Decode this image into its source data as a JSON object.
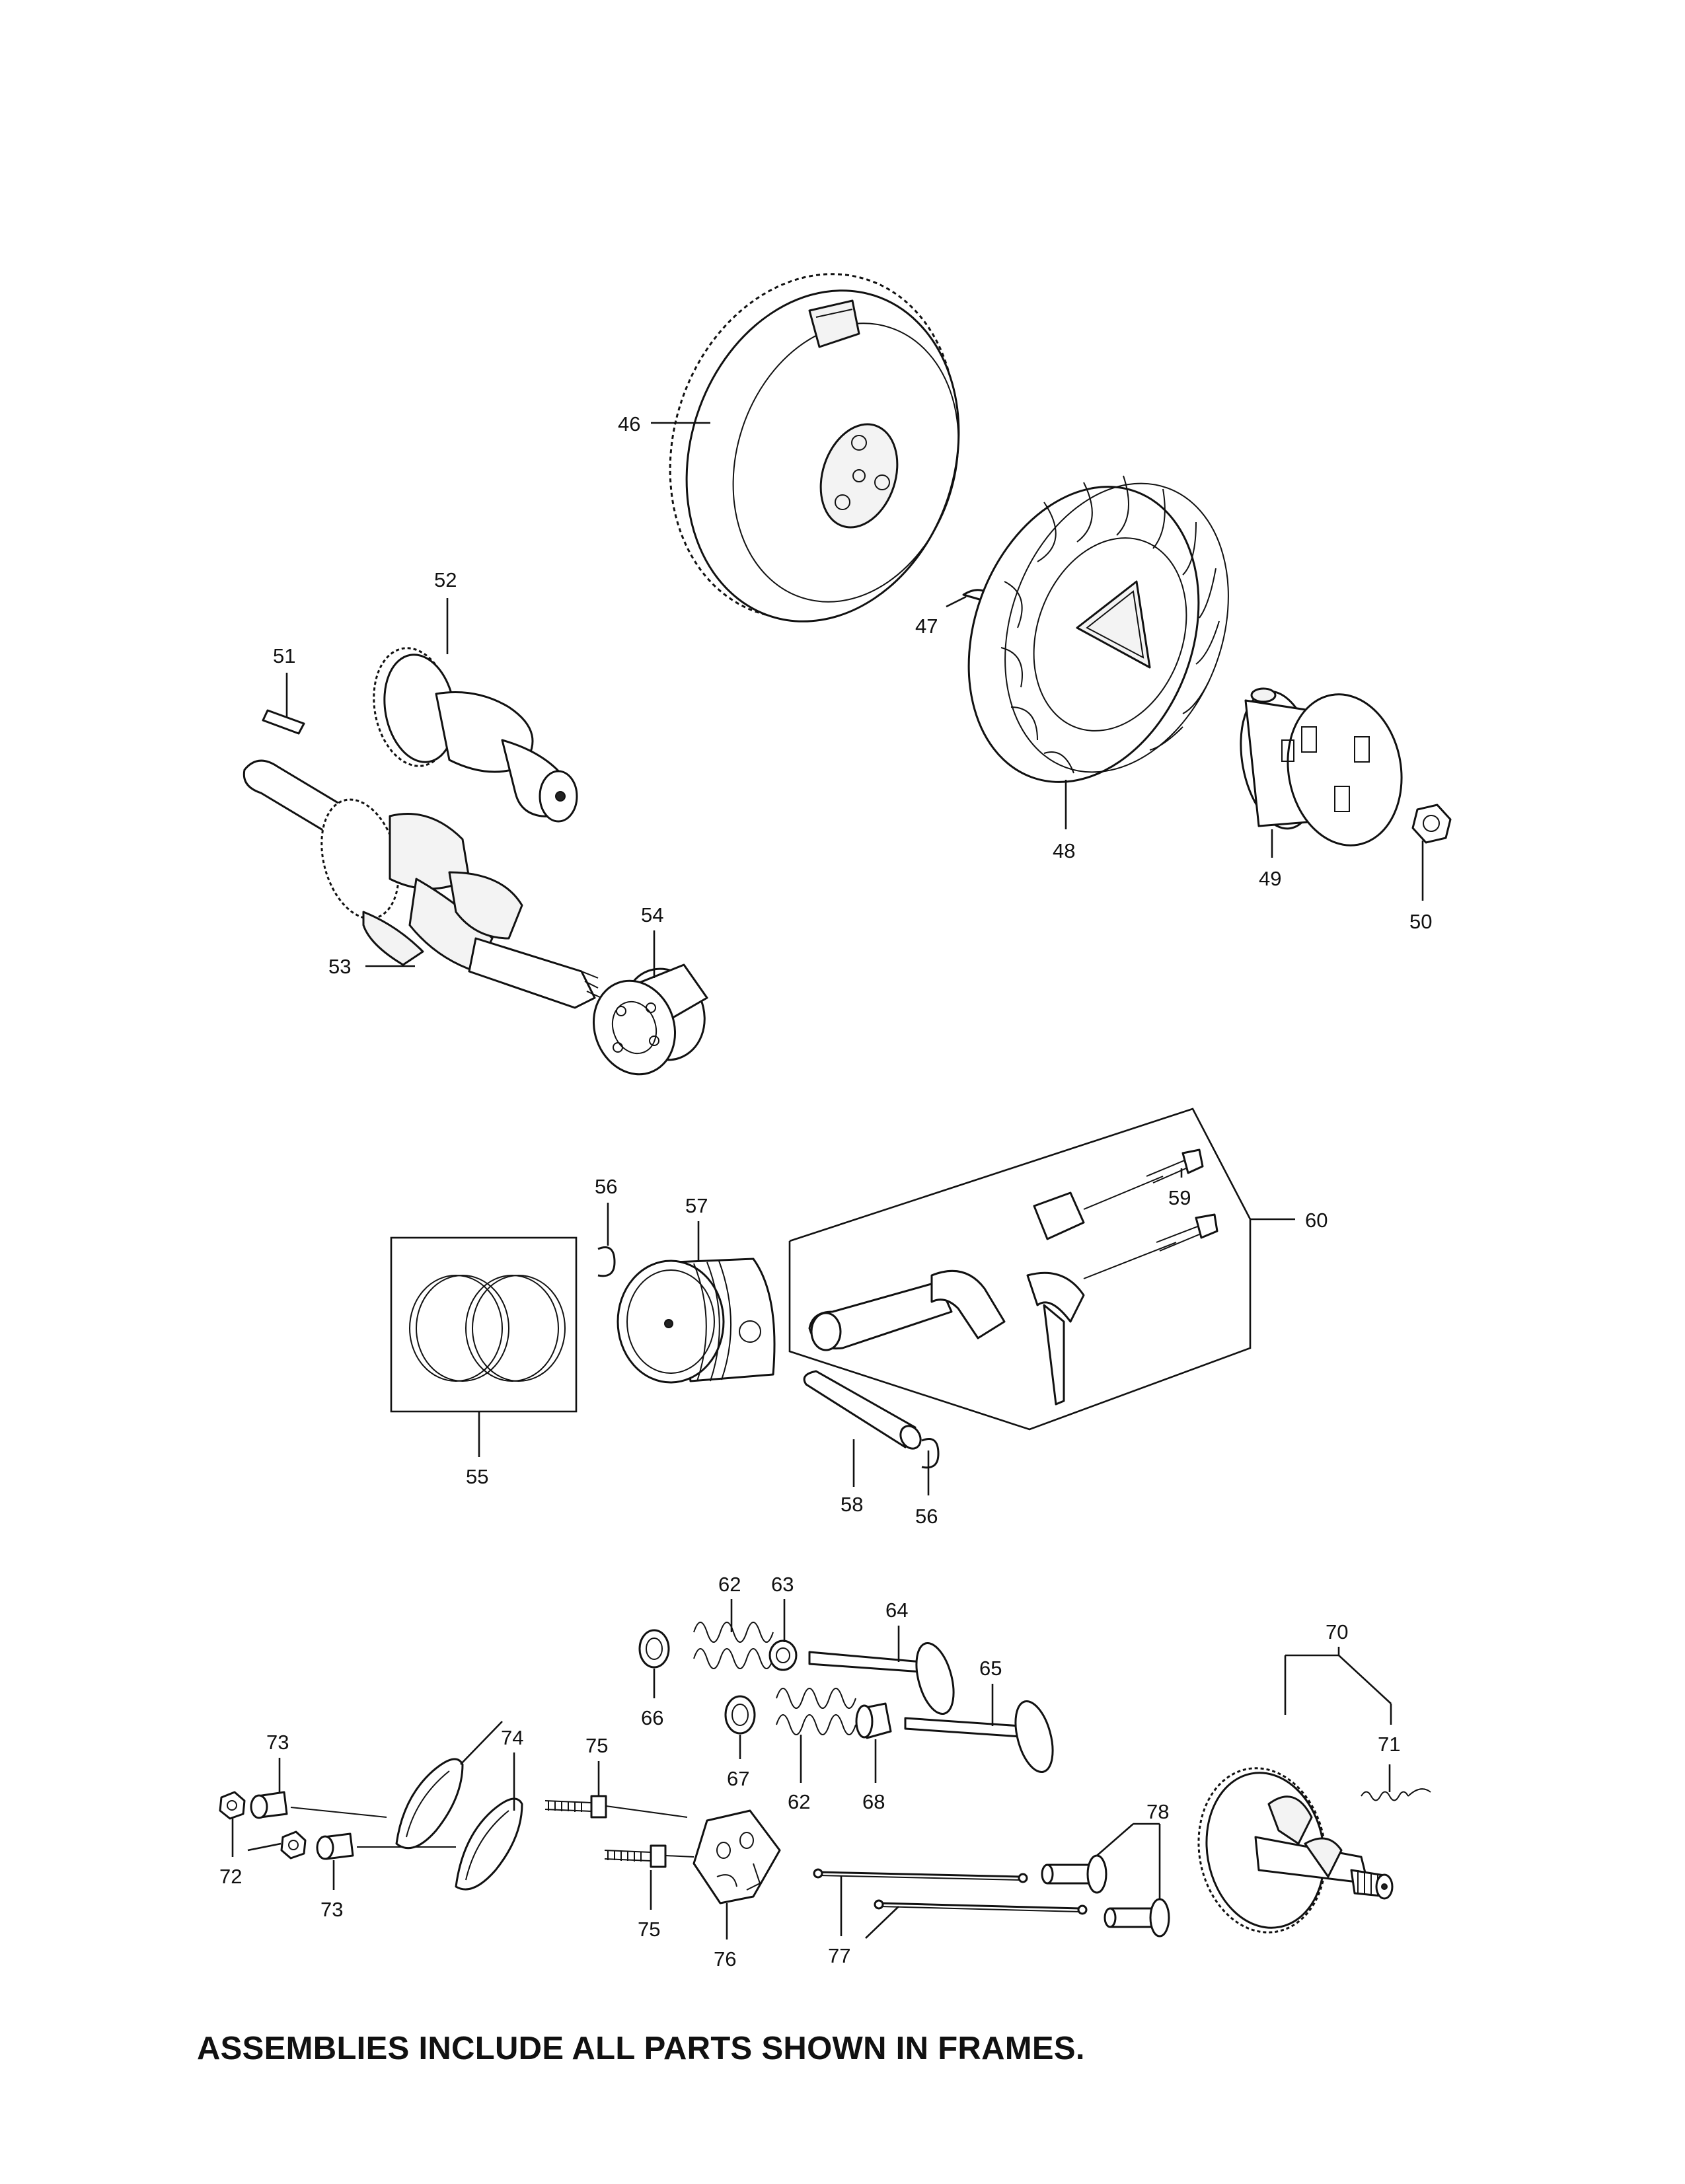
{
  "labels": {
    "p46": "46",
    "p47": "47",
    "p48": "48",
    "p49": "49",
    "p50": "50",
    "p51": "51",
    "p52": "52",
    "p53": "53",
    "p54": "54",
    "p55": "55",
    "p56a": "56",
    "p56b": "56",
    "p57": "57",
    "p58": "58",
    "p59": "59",
    "p60": "60",
    "p62a": "62",
    "p62b": "62",
    "p63": "63",
    "p64": "64",
    "p65": "65",
    "p66": "66",
    "p67": "67",
    "p68": "68",
    "p70": "70",
    "p71": "71",
    "p72": "72",
    "p73a": "73",
    "p73b": "73",
    "p74": "74",
    "p75a": "75",
    "p75b": "75",
    "p76": "76",
    "p77": "77",
    "p78": "78"
  },
  "footnote": "ASSEMBLIES INCLUDE ALL PARTS SHOWN IN FRAMES."
}
